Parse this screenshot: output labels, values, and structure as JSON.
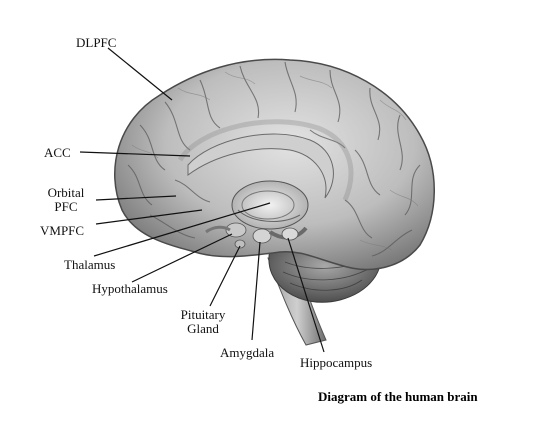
{
  "labels": {
    "dlpfc": "DLPFC",
    "acc": "ACC",
    "orbital_line1": "Orbital",
    "orbital_line2": "PFC",
    "vmpfc": "VMPFC",
    "thalamus": "Thalamus",
    "hypothalamus": "Hypothalamus",
    "pituitary_line1": "Pituitary",
    "pituitary_line2": "Gland",
    "amygdala": "Amygdala",
    "hippocampus": "Hippocampus"
  },
  "caption": "Diagram of the  human brain",
  "colors": {
    "brain_light": "#d6d6d6",
    "brain_mid": "#9a9a9a",
    "brain_dark": "#4a4a4a",
    "leader_line": "#111111"
  }
}
